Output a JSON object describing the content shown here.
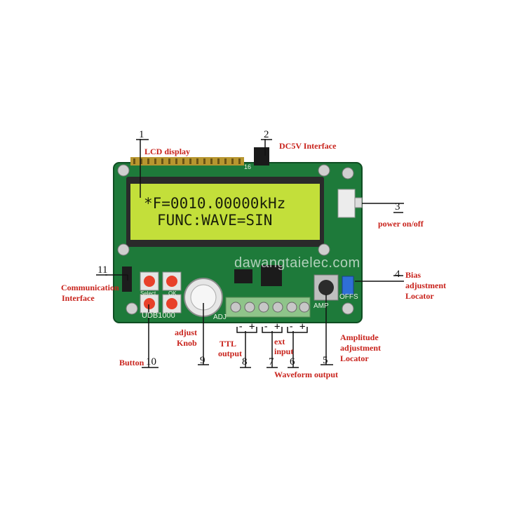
{
  "lcd": {
    "line1": "*F=0010.00000kHz",
    "line2": "FUNC:WAVE=SIN"
  },
  "board": {
    "model": "UDB1000",
    "silk_select": "Select",
    "silk_ok": "OK",
    "silk_adj": "ADJ",
    "silk_amp": "AMP",
    "silk_offs": "OFFS",
    "silk_pin16": "16",
    "watermark": "dawangtaielec.com",
    "colors": {
      "pcb": "#1e7a3a",
      "lcd": "#c3df3a",
      "button": "#e8402a",
      "label": "#c8221b"
    }
  },
  "callouts": [
    {
      "number": "1",
      "label": "LCD display"
    },
    {
      "number": "2",
      "label": "DC5V Interface"
    },
    {
      "number": "3",
      "label": "power on/off"
    },
    {
      "number": "4",
      "label_lines": [
        "Bias",
        "adjustment",
        "Locator"
      ]
    },
    {
      "number": "5",
      "label_lines": [
        "Amplitude",
        "adjustment",
        "Locator"
      ]
    },
    {
      "number": "6",
      "label": "Waveform output"
    },
    {
      "number": "7",
      "label_lines": [
        "ext",
        "input"
      ]
    },
    {
      "number": "8",
      "label_lines": [
        "TTL",
        "output"
      ]
    },
    {
      "number": "9",
      "label_lines": [
        "adjust",
        "Knob"
      ]
    },
    {
      "number": "10",
      "label": "Button"
    },
    {
      "number": "11",
      "label_lines": [
        "Communication",
        "Interface"
      ]
    }
  ],
  "polarity": {
    "minus": "-",
    "plus": "+"
  }
}
